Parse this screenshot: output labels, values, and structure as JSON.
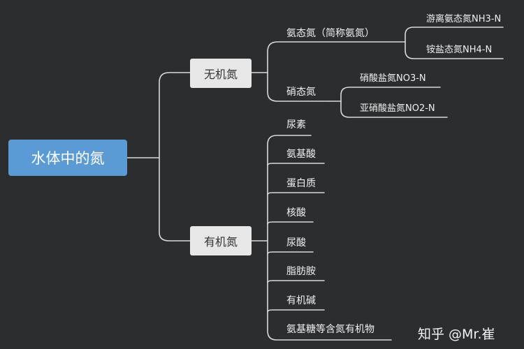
{
  "root": {
    "label": "水体中的氮"
  },
  "inorganic": {
    "label": "无机氮",
    "ammonia": {
      "label": "氨态氮（简称氨氮）",
      "children": [
        "游离氨态氮NH3-N",
        "铵盐态氮NH4-N"
      ]
    },
    "nitrate": {
      "label": "硝态氮",
      "children": [
        "硝酸盐氮NO3-N",
        "亚硝酸盐氮NO2-N"
      ]
    }
  },
  "organic": {
    "label": "有机氮",
    "children": [
      "尿素",
      "氨基酸",
      "蛋白质",
      "核酸",
      "尿酸",
      "脂肪胺",
      "有机碱",
      "氨基糖等含氮有机物"
    ]
  },
  "watermark": "知乎 @Mr.崔",
  "colors": {
    "background": "#2c2d2f",
    "root_fill": "#5b9bd5",
    "branch_fill": "#e7e7e7",
    "connector": "#d9d9d9",
    "text": "#f0f0f0"
  }
}
